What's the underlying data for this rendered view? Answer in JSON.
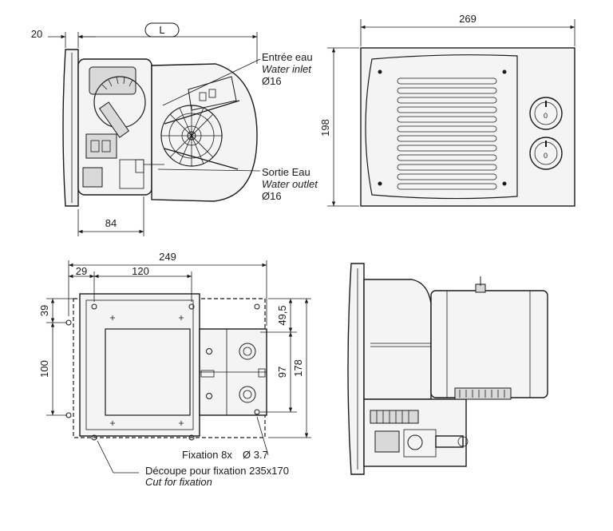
{
  "top_left_view": {
    "dim_flange": "20",
    "dim_length": "L",
    "dim_bottom": "84",
    "inlet": {
      "fr": "Entrée eau",
      "en": "Water inlet",
      "dia": "Ø16"
    },
    "outlet": {
      "fr": "Sortie Eau",
      "en": "Water outlet",
      "dia": "Ø16"
    }
  },
  "front_view": {
    "dim_width": "269",
    "dim_height": "198"
  },
  "bottom_left_view": {
    "dim_total": "249",
    "dim_offset": "29",
    "dim_span": "120",
    "dim_top": "39",
    "dim_left_height": "100",
    "dim_right_top": "49,5",
    "dim_right_mid": "97",
    "dim_right_total": "178",
    "fixing_text": "Fixation 8x",
    "fixing_dia": "Ø 3.7",
    "cutout_fr": "Découpe pour fixation 235x170",
    "cutout_en": "Cut for fixation"
  }
}
